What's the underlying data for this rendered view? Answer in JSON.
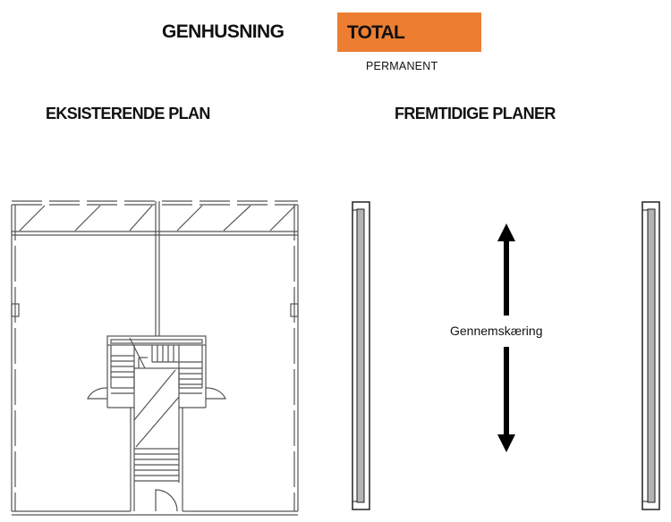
{
  "header": {
    "title": "GENHUSNING",
    "tag": "TOTAL",
    "subtag": "PERMANENT",
    "tag_color": "#ed7d31"
  },
  "existing_plan": {
    "heading": "EKSISTERENDE PLAN"
  },
  "future_plans": {
    "heading": "FREMTIDIGE PLANER",
    "section_label": "Gennemskæring"
  }
}
